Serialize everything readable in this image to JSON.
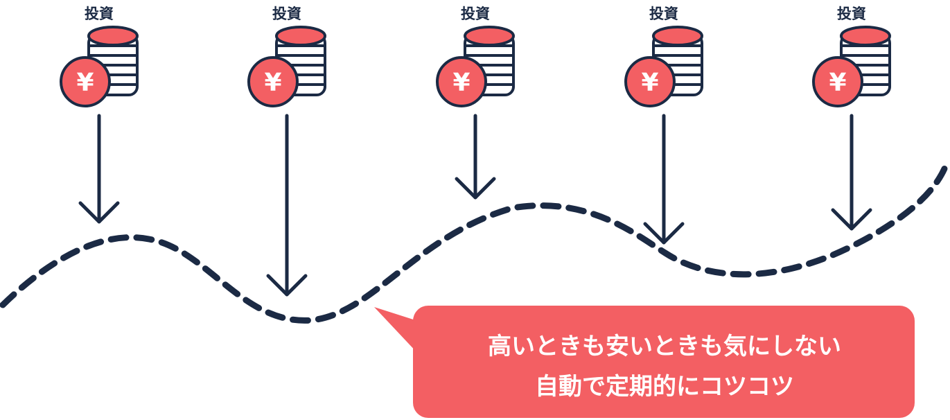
{
  "columns": [
    {
      "label": "投資",
      "currency_symbol": "¥"
    },
    {
      "label": "投資",
      "currency_symbol": "¥"
    },
    {
      "label": "投資",
      "currency_symbol": "¥"
    },
    {
      "label": "投資",
      "currency_symbol": "¥"
    },
    {
      "label": "投資",
      "currency_symbol": "¥"
    }
  ],
  "callout": {
    "line1": "高いときも安いときも気にしない",
    "line2": "自動で定期的にコツコツ"
  },
  "colors": {
    "ink": "#1b2a44",
    "accent": "#f35f63",
    "background": "#ffffff"
  },
  "icons": {
    "coin": "yen-coin-icon",
    "stack": "coin-stack-icon",
    "arrow": "arrow-down-icon"
  }
}
